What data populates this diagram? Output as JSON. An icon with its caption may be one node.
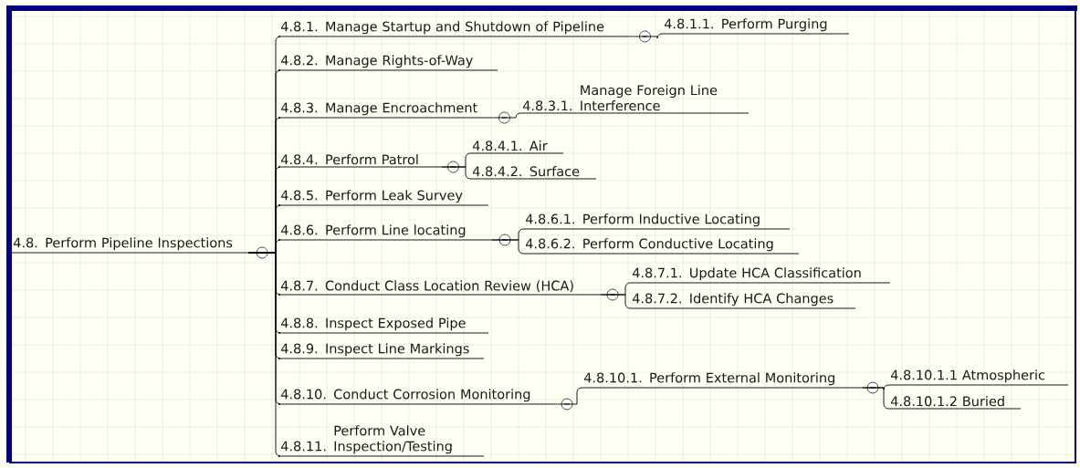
{
  "diagram": {
    "nodes": [
      {
        "text": [
          "4.8. Perform Pipeline Inspections"
        ]
      },
      {
        "text": [
          "4.8.1. Manage Startup and Shutdown of Pipeline"
        ]
      },
      {
        "text": [
          "4.8.2. Manage Rights-of-Way"
        ]
      },
      {
        "text": [
          "4.8.3. Manage Encroachment"
        ]
      },
      {
        "text": [
          "4.8.4. Perform Patrol"
        ]
      },
      {
        "text": [
          "4.8.5. Perform Leak Survey"
        ]
      },
      {
        "text": [
          "4.8.6. Perform Line locating"
        ]
      },
      {
        "text": [
          "4.8.7. Conduct Class Location Review (HCA)"
        ]
      },
      {
        "text": [
          "4.8.8. Inspect Exposed Pipe"
        ]
      },
      {
        "text": [
          "4.8.9. Inspect Line Markings"
        ]
      },
      {
        "text": [
          "4.8.10. Conduct Corrosion Monitoring"
        ]
      },
      {
        "text": [
          "4.8.11.",
          "Perform Valve Inspection/Testing"
        ]
      },
      {
        "text": [
          "4.8.1.1. Perform Purging"
        ]
      },
      {
        "text": [
          "4.8.3.1.",
          "Manage Foreign Line Interference"
        ]
      },
      {
        "text": [
          "4.8.4.1. Air"
        ]
      },
      {
        "text": [
          "4.8.4.2. Surface"
        ]
      },
      {
        "text": [
          "4.8.6.1. Perform Inductive Locating"
        ]
      },
      {
        "text": [
          "4.8.6.2. Perform Conductive Locating"
        ]
      },
      {
        "text": [
          "4.8.7.1. Update HCA Classification"
        ]
      },
      {
        "text": [
          "4.8.7.2. Identify HCA Changes"
        ]
      },
      {
        "text": [
          "4.8.10.1. Perform External Monitoring"
        ]
      },
      {
        "text": [
          "4.8.10.1.1 Atmospheric"
        ]
      },
      {
        "text": [
          "4.8.10.1.2 Buried"
        ]
      }
    ],
    "edges": [
      {
        "from": 0,
        "to": 1,
        "arrow": "none"
      },
      {
        "from": 0,
        "to": 2,
        "arrow": "none"
      },
      {
        "from": 0,
        "to": 3,
        "arrow": "none"
      },
      {
        "from": 0,
        "to": 4,
        "arrow": "none"
      },
      {
        "from": 0,
        "to": 5,
        "arrow": "none"
      },
      {
        "from": 0,
        "to": 6,
        "arrow": "none"
      },
      {
        "from": 0,
        "to": 7,
        "arrow": "none"
      },
      {
        "from": 0,
        "to": 8,
        "arrow": "none"
      },
      {
        "from": 0,
        "to": 9,
        "arrow": "none"
      },
      {
        "from": 0,
        "to": 10,
        "arrow": "none"
      },
      {
        "from": 0,
        "to": 11,
        "arrow": "none"
      },
      {
        "from": 1,
        "to": 12,
        "arrow": "none"
      },
      {
        "from": 3,
        "to": 13,
        "arrow": "none"
      },
      {
        "from": 4,
        "to": 14,
        "arrow": "none"
      },
      {
        "from": 4,
        "to": 15,
        "arrow": "none"
      },
      {
        "from": 6,
        "to": 16,
        "arrow": "none"
      },
      {
        "from": 6,
        "to": 17,
        "arrow": "none"
      },
      {
        "from": 7,
        "to": 18,
        "arrow": "none"
      },
      {
        "from": 7,
        "to": 19,
        "arrow": "none"
      },
      {
        "from": 10,
        "to": 20,
        "arrow": "none"
      },
      {
        "from": 20,
        "to": 21,
        "arrow": "none"
      },
      {
        "from": 20,
        "to": 22,
        "arrow": "none"
      }
    ]
  }
}
